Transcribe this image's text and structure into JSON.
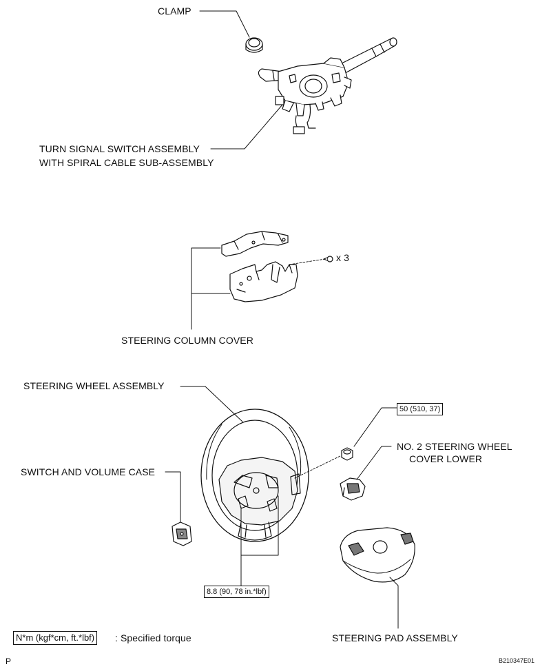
{
  "labels": {
    "clamp": "CLAMP",
    "turn_signal_1": "TURN SIGNAL SWITCH ASSEMBLY",
    "turn_signal_2": "WITH SPIRAL CABLE SUB-ASSEMBLY",
    "screw_qty": "x 3",
    "column_cover": "STEERING COLUMN COVER",
    "wheel_assembly": "STEERING WHEEL ASSEMBLY",
    "switch_volume_case": "SWITCH AND VOLUME CASE",
    "cover_lower_1": "NO. 2 STEERING WHEEL",
    "cover_lower_2": "COVER LOWER",
    "pad_assembly": "STEERING PAD ASSEMBLY"
  },
  "torques": {
    "nut": "50 (510, 37)",
    "bolt": "8.8 (90, 78 in.*lbf)"
  },
  "legend": {
    "unit": "N*m (kgf*cm, ft.*lbf)",
    "description": ": Specified torque"
  },
  "footer": {
    "corner_letter": "P",
    "figure_code": "B210347E01"
  }
}
